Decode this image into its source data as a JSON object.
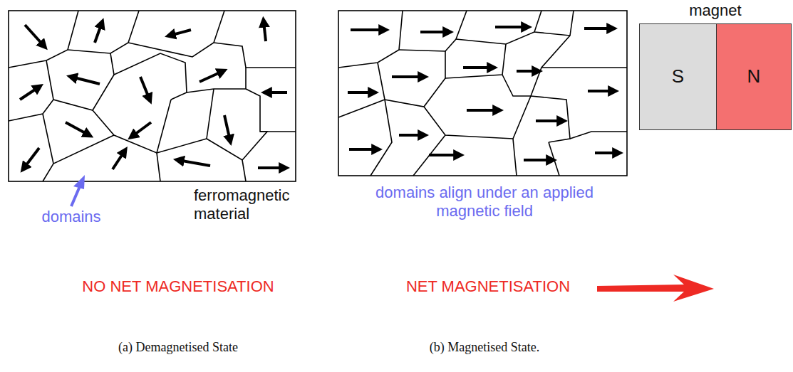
{
  "diagram": {
    "nodes": [
      {
        "text": [
          "magnet"
        ]
      },
      {
        "text": [
          "S"
        ],
        "in": 0
      },
      {
        "text": [
          "N"
        ],
        "in": 0
      }
    ],
    "labels": [
      "ferromagnetic material",
      "domains",
      "domains align under an applied magnetic field",
      "NO NET MAGNETISATION",
      "NET MAGNETISATION",
      "(a) Demagnetised State",
      "(b) Magnetised State."
    ]
  }
}
